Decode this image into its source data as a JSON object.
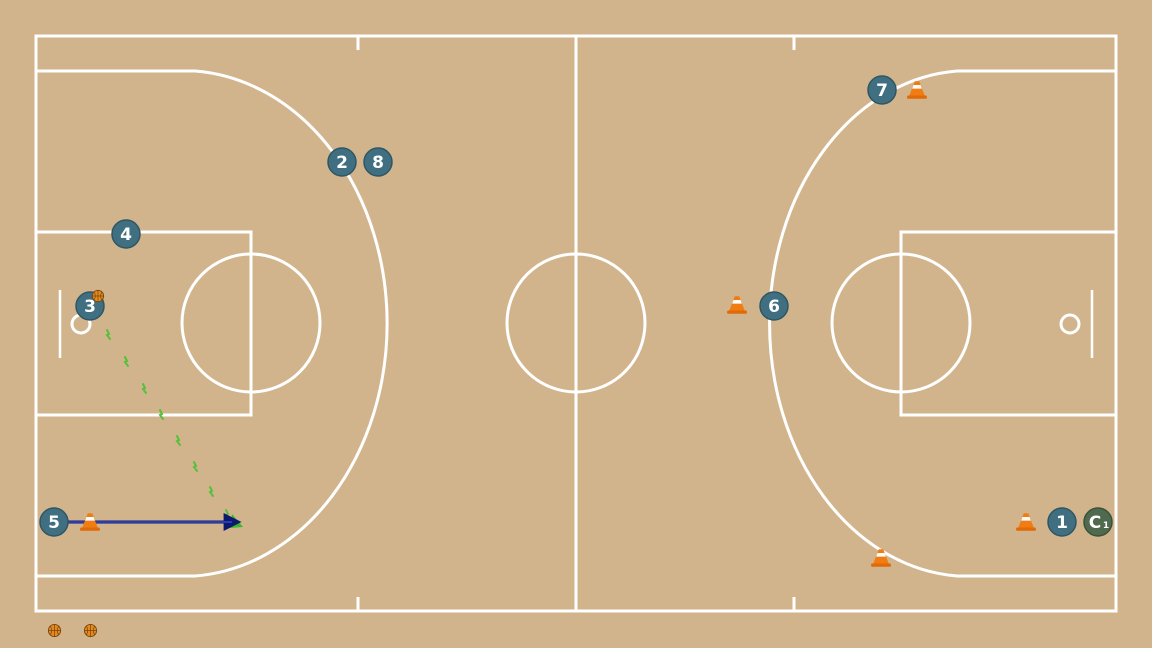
{
  "colors": {
    "court": "#d2b48c",
    "lines": "#ffffff",
    "player": "#3f6f80",
    "player_stroke": "#2f5665",
    "coach": "#4f6a4f",
    "cone": "#f07c12",
    "ball": "#e58b1e",
    "pass": "#2d40c8",
    "dribble": "#56c03c"
  },
  "players": [
    {
      "label": "1"
    },
    {
      "label": "2"
    },
    {
      "label": "3"
    },
    {
      "label": "4"
    },
    {
      "label": "5"
    },
    {
      "label": "6"
    },
    {
      "label": "7"
    },
    {
      "label": "8"
    }
  ],
  "coach": {
    "label": "C",
    "sub": "1"
  },
  "icons": {
    "cone": "cone-icon",
    "ball": "basketball-icon"
  }
}
